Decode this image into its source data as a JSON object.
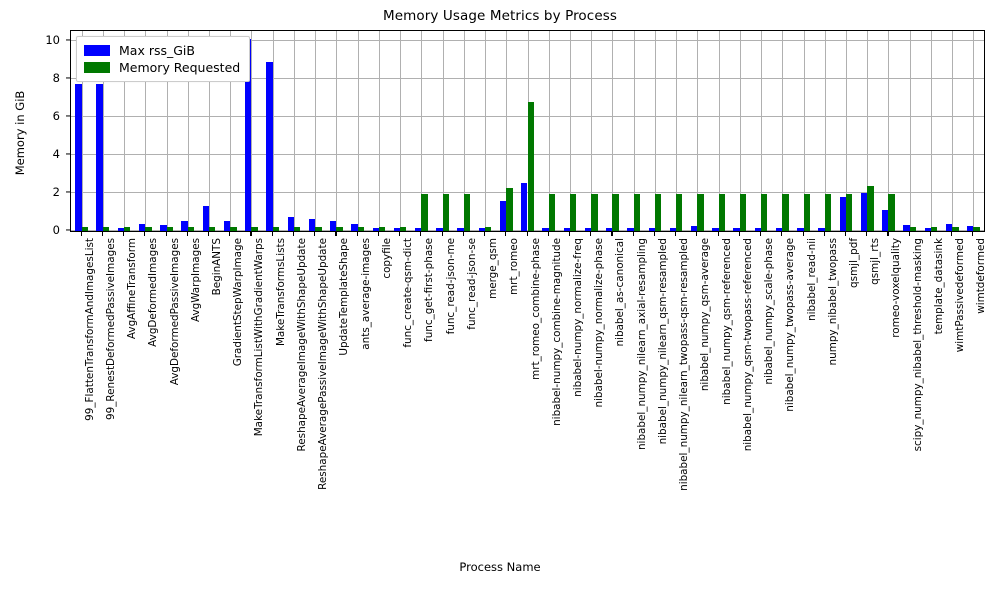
{
  "chart_data": {
    "type": "bar",
    "title": "Memory Usage Metrics by Process",
    "xlabel": "Process Name",
    "ylabel": "Memory in GiB",
    "ylim": [
      0,
      10.5
    ],
    "yticks": [
      0,
      2,
      4,
      6,
      8,
      10
    ],
    "ytick_labels": [
      "0",
      "2",
      "4",
      "6",
      "8",
      "10"
    ],
    "grid": true,
    "legend_position": "upper left",
    "colors": {
      "max_rss": "#0000ff",
      "memory_requested": "#007800"
    },
    "legend": [
      "Max rss_GiB",
      "Memory Requested"
    ],
    "categories": [
      "99_FlattenTransformAndImagesList",
      "99_RenestDeformedPassiveImages",
      "AvgAffineTransform",
      "AvgDeformedImages",
      "AvgDeformedPassiveImages",
      "AvgWarpImages",
      "BeginANTS",
      "GradientStepWarpImage",
      "MakeTransformListWithGradientWarps",
      "MakeTransformsLists",
      "ReshapeAverageImageWithShapeUpdate",
      "ReshapeAveragePassiveImageWithShapeUpdate",
      "UpdateTemplateShape",
      "ants_average-images",
      "copyfile",
      "func_create-qsm-dict",
      "func_get-first-phase",
      "func_read-json-me",
      "func_read-json-se",
      "merge_qsm",
      "mrt_romeo",
      "mrt_romeo_combine-phase",
      "nibabel-numpy_combine-magnitude",
      "nibabel-numpy_normalize-freq",
      "nibabel-numpy_normalize-phase",
      "nibabel_as-canonical",
      "nibabel_numpy_nilearn_axial-resampling",
      "nibabel_numpy_nilearn_qsm-resampled",
      "nibabel_numpy_nilearn_twopass-qsm-resampled",
      "nibabel_numpy_qsm-average",
      "nibabel_numpy_qsm-referenced",
      "nibabel_numpy_qsm-twopass-referenced",
      "nibabel_numpy_scale-phase",
      "nibabel_numpy_twopass-average",
      "nibabel_read-nii",
      "numpy_nibabel_twopass",
      "qsmjl_pdf",
      "qsmjl_rts",
      "romeo-voxelquality",
      "scipy_numpy_nibabel_threshold-masking",
      "template_datasink",
      "wimtPassivedeformed",
      "wimtdeformed"
    ],
    "series": [
      {
        "name": "Max rss_GiB",
        "color": "#0000ff",
        "values": [
          7.72,
          7.74,
          0.17,
          0.35,
          0.29,
          0.52,
          1.31,
          0.53,
          10.1,
          8.89,
          0.73,
          0.64,
          0.54,
          0.35,
          0.16,
          0.17,
          0.17,
          0.16,
          0.17,
          0.16,
          1.58,
          2.52,
          0.17,
          0.16,
          0.17,
          0.17,
          0.17,
          0.17,
          0.17,
          0.26,
          0.17,
          0.17,
          0.17,
          0.17,
          0.17,
          0.17,
          1.78,
          1.97,
          1.08,
          0.3,
          0.16,
          0.38,
          0.28
        ]
      },
      {
        "name": "Memory Requested",
        "color": "#007800",
        "values": [
          0.21,
          0.21,
          0.21,
          0.21,
          0.21,
          0.21,
          0.21,
          0.21,
          0.21,
          0.21,
          0.21,
          0.21,
          0.21,
          0.21,
          0.21,
          0.21,
          1.95,
          1.95,
          1.95,
          0.21,
          2.24,
          6.76,
          1.95,
          1.95,
          1.95,
          1.95,
          1.95,
          1.95,
          1.95,
          1.95,
          1.95,
          1.95,
          1.95,
          1.95,
          1.95,
          1.95,
          1.95,
          2.34,
          1.95,
          0.21,
          0.21,
          0.21,
          0.21
        ]
      }
    ]
  }
}
